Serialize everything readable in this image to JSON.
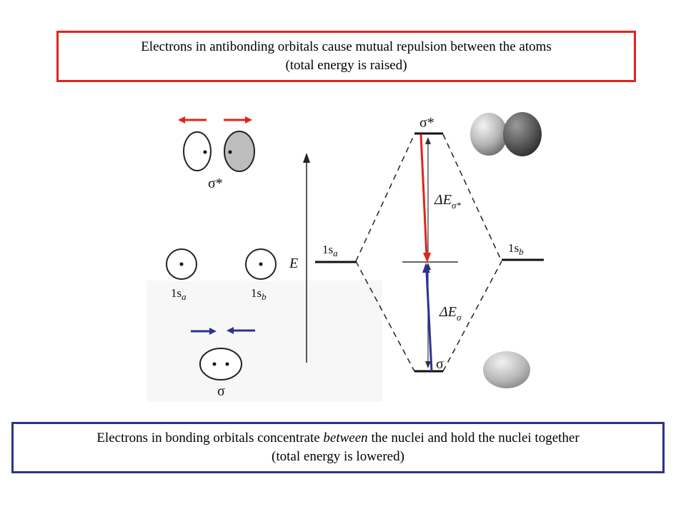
{
  "top_box": {
    "line1": "Electrons in antibonding orbitals cause mutual repulsion between the atoms",
    "line2": "(total energy is raised)"
  },
  "bottom_box": {
    "line1_before": "Electrons in bonding orbitals concentrate ",
    "line1_emph": "between",
    "line1_after": " the nuclei and hold the nuclei together",
    "line2": "(total energy is lowered)"
  },
  "diagram": {
    "sigma_star": "σ*",
    "sigma": "σ",
    "energy_axis": "E",
    "s1": "1s",
    "sub_a": "a",
    "sub_b": "b",
    "delta_e": "ΔE",
    "colors": {
      "red": "#e2231a",
      "blue": "#2e3192",
      "ink": "#222222"
    }
  }
}
